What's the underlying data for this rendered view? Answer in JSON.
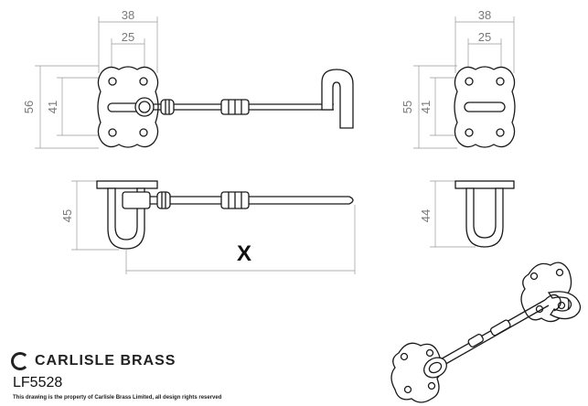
{
  "brand": {
    "name": "CARLISLE BRASS"
  },
  "product": {
    "code": "LF5528"
  },
  "footer": {
    "note": "This drawing is the property of Carlisle Brass Limited, all design rights reserved"
  },
  "dimensions": {
    "front_width_outer": "38",
    "front_width_inner": "25",
    "front_height_outer": "56",
    "front_height_inner": "41",
    "side_width_outer": "38",
    "side_width_inner": "25",
    "side_height_outer": "55",
    "side_height_inner": "41",
    "top_depth": "45",
    "top_right_depth": "44",
    "length_label": "X"
  }
}
